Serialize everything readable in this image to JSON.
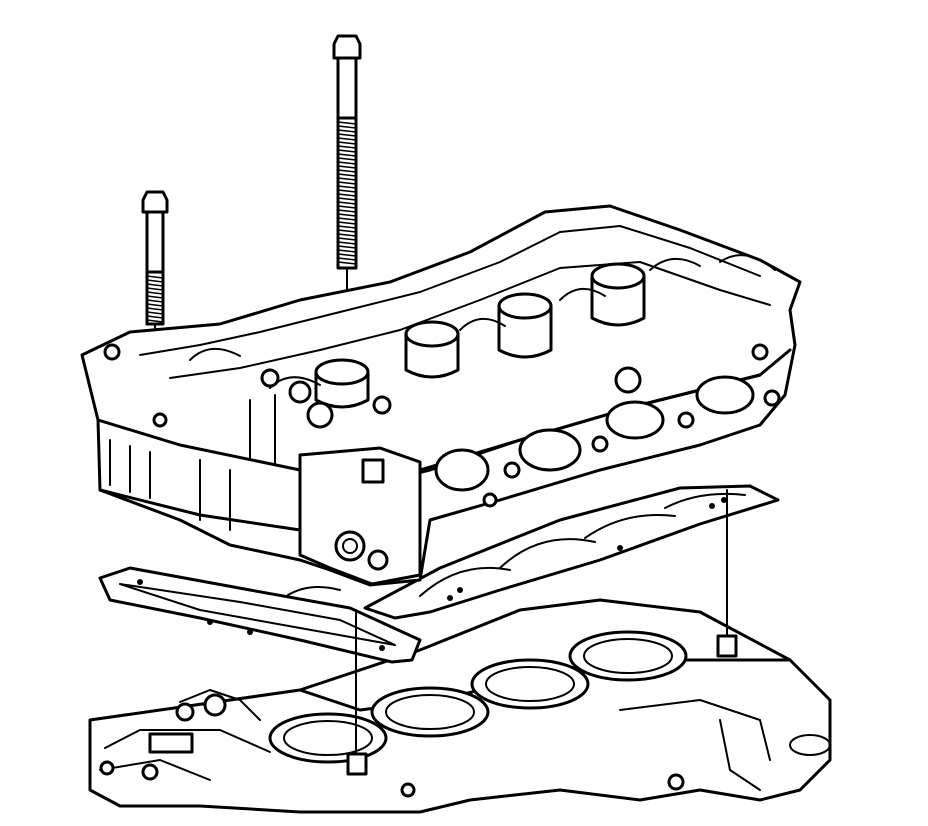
{
  "diagram": {
    "parts": [
      {
        "name": "cylinder-head-bolt-long",
        "icon": "bolt-icon"
      },
      {
        "name": "cylinder-head-bolt-short",
        "icon": "bolt-icon"
      },
      {
        "name": "cylinder-head",
        "icon": "cylinder-head-icon"
      },
      {
        "name": "cylinder-head-gasket",
        "icon": "gasket-icon"
      },
      {
        "name": "front-cover-gasket",
        "icon": "gasket-icon"
      },
      {
        "name": "engine-block",
        "icon": "engine-block-icon"
      },
      {
        "name": "dowel-pin-left",
        "icon": "dowel-pin-icon"
      },
      {
        "name": "dowel-pin-right",
        "icon": "dowel-pin-icon"
      }
    ],
    "colors": {
      "line": "#000000",
      "background": "#ffffff"
    }
  }
}
